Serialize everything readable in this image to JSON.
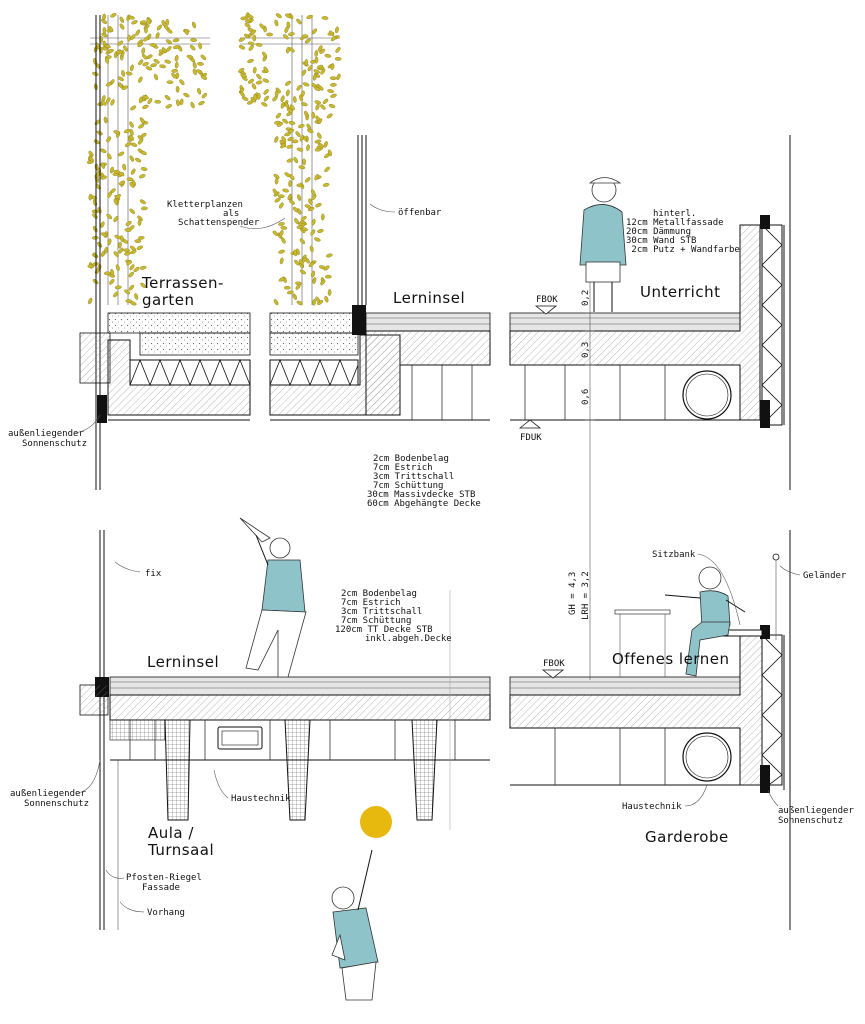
{
  "rooms": {
    "terrassengarten_1": "Terrassen-",
    "terrassengarten_2": "garten",
    "lerninsel_top": "Lerninsel",
    "unterricht": "Unterricht",
    "lerninsel_bottom": "Lerninsel",
    "offenes_lernen": "Offenes lernen",
    "aula_1": "Aula /",
    "aula_2": "Turnsaal",
    "garderobe": "Garderobe"
  },
  "annotations": {
    "kletter_1": "Kletterplanzen",
    "kletter_2": "als",
    "kletter_3": "Schattenspender",
    "oeffenbar": "öffenbar",
    "sonnenschutz_1a": "außenliegender",
    "sonnenschutz_1b": "Sonnenschutz",
    "sonnenschutz_2a": "außenliegender",
    "sonnenschutz_2b": "Sonnenschutz",
    "sonnenschutz_3a": "außenliegender",
    "sonnenschutz_3b": "Sonnenschutz",
    "fix": "fix",
    "sitzbank": "Sitzbank",
    "gelaender": "Geländer",
    "haustechnik_1": "Haustechnik",
    "haustechnik_2": "Haustechnik",
    "pfosten_1": "Pfosten-Riegel",
    "pfosten_2": "Fassade",
    "vorhang": "Vorhang",
    "fbok_1": "FBOK",
    "fduk": "FDUK",
    "fbok_2": "FBOK"
  },
  "wall_buildup": [
    "hinterl.",
    "12cm Metallfassade",
    "20cm Dämmung",
    "30cm Wand STB",
    " 2cm Putz + Wandfarbe"
  ],
  "floor_buildup_1": [
    "2cm Bodenbelag",
    "7cm Estrich",
    "3cm Trittschall",
    "7cm Schüttung",
    "30cm Massivdecke STB",
    "60cm Abgehängte Decke"
  ],
  "floor_buildup_2": [
    "2cm Bodenbelag",
    "7cm Estrich",
    "3cm Trittschall",
    "7cm Schüttung",
    "120cm TT Decke STB",
    "inkl.abgeh.Decke"
  ],
  "dimensions": {
    "d1": "0,2",
    "d2": "0,3",
    "d3": "0,6",
    "gh": "GH = 4,3",
    "lrh": "LRH = 3,2"
  },
  "colors": {
    "person": "#8ec3c9",
    "leaves": "#c8b931",
    "ball": "#e7b90e"
  }
}
